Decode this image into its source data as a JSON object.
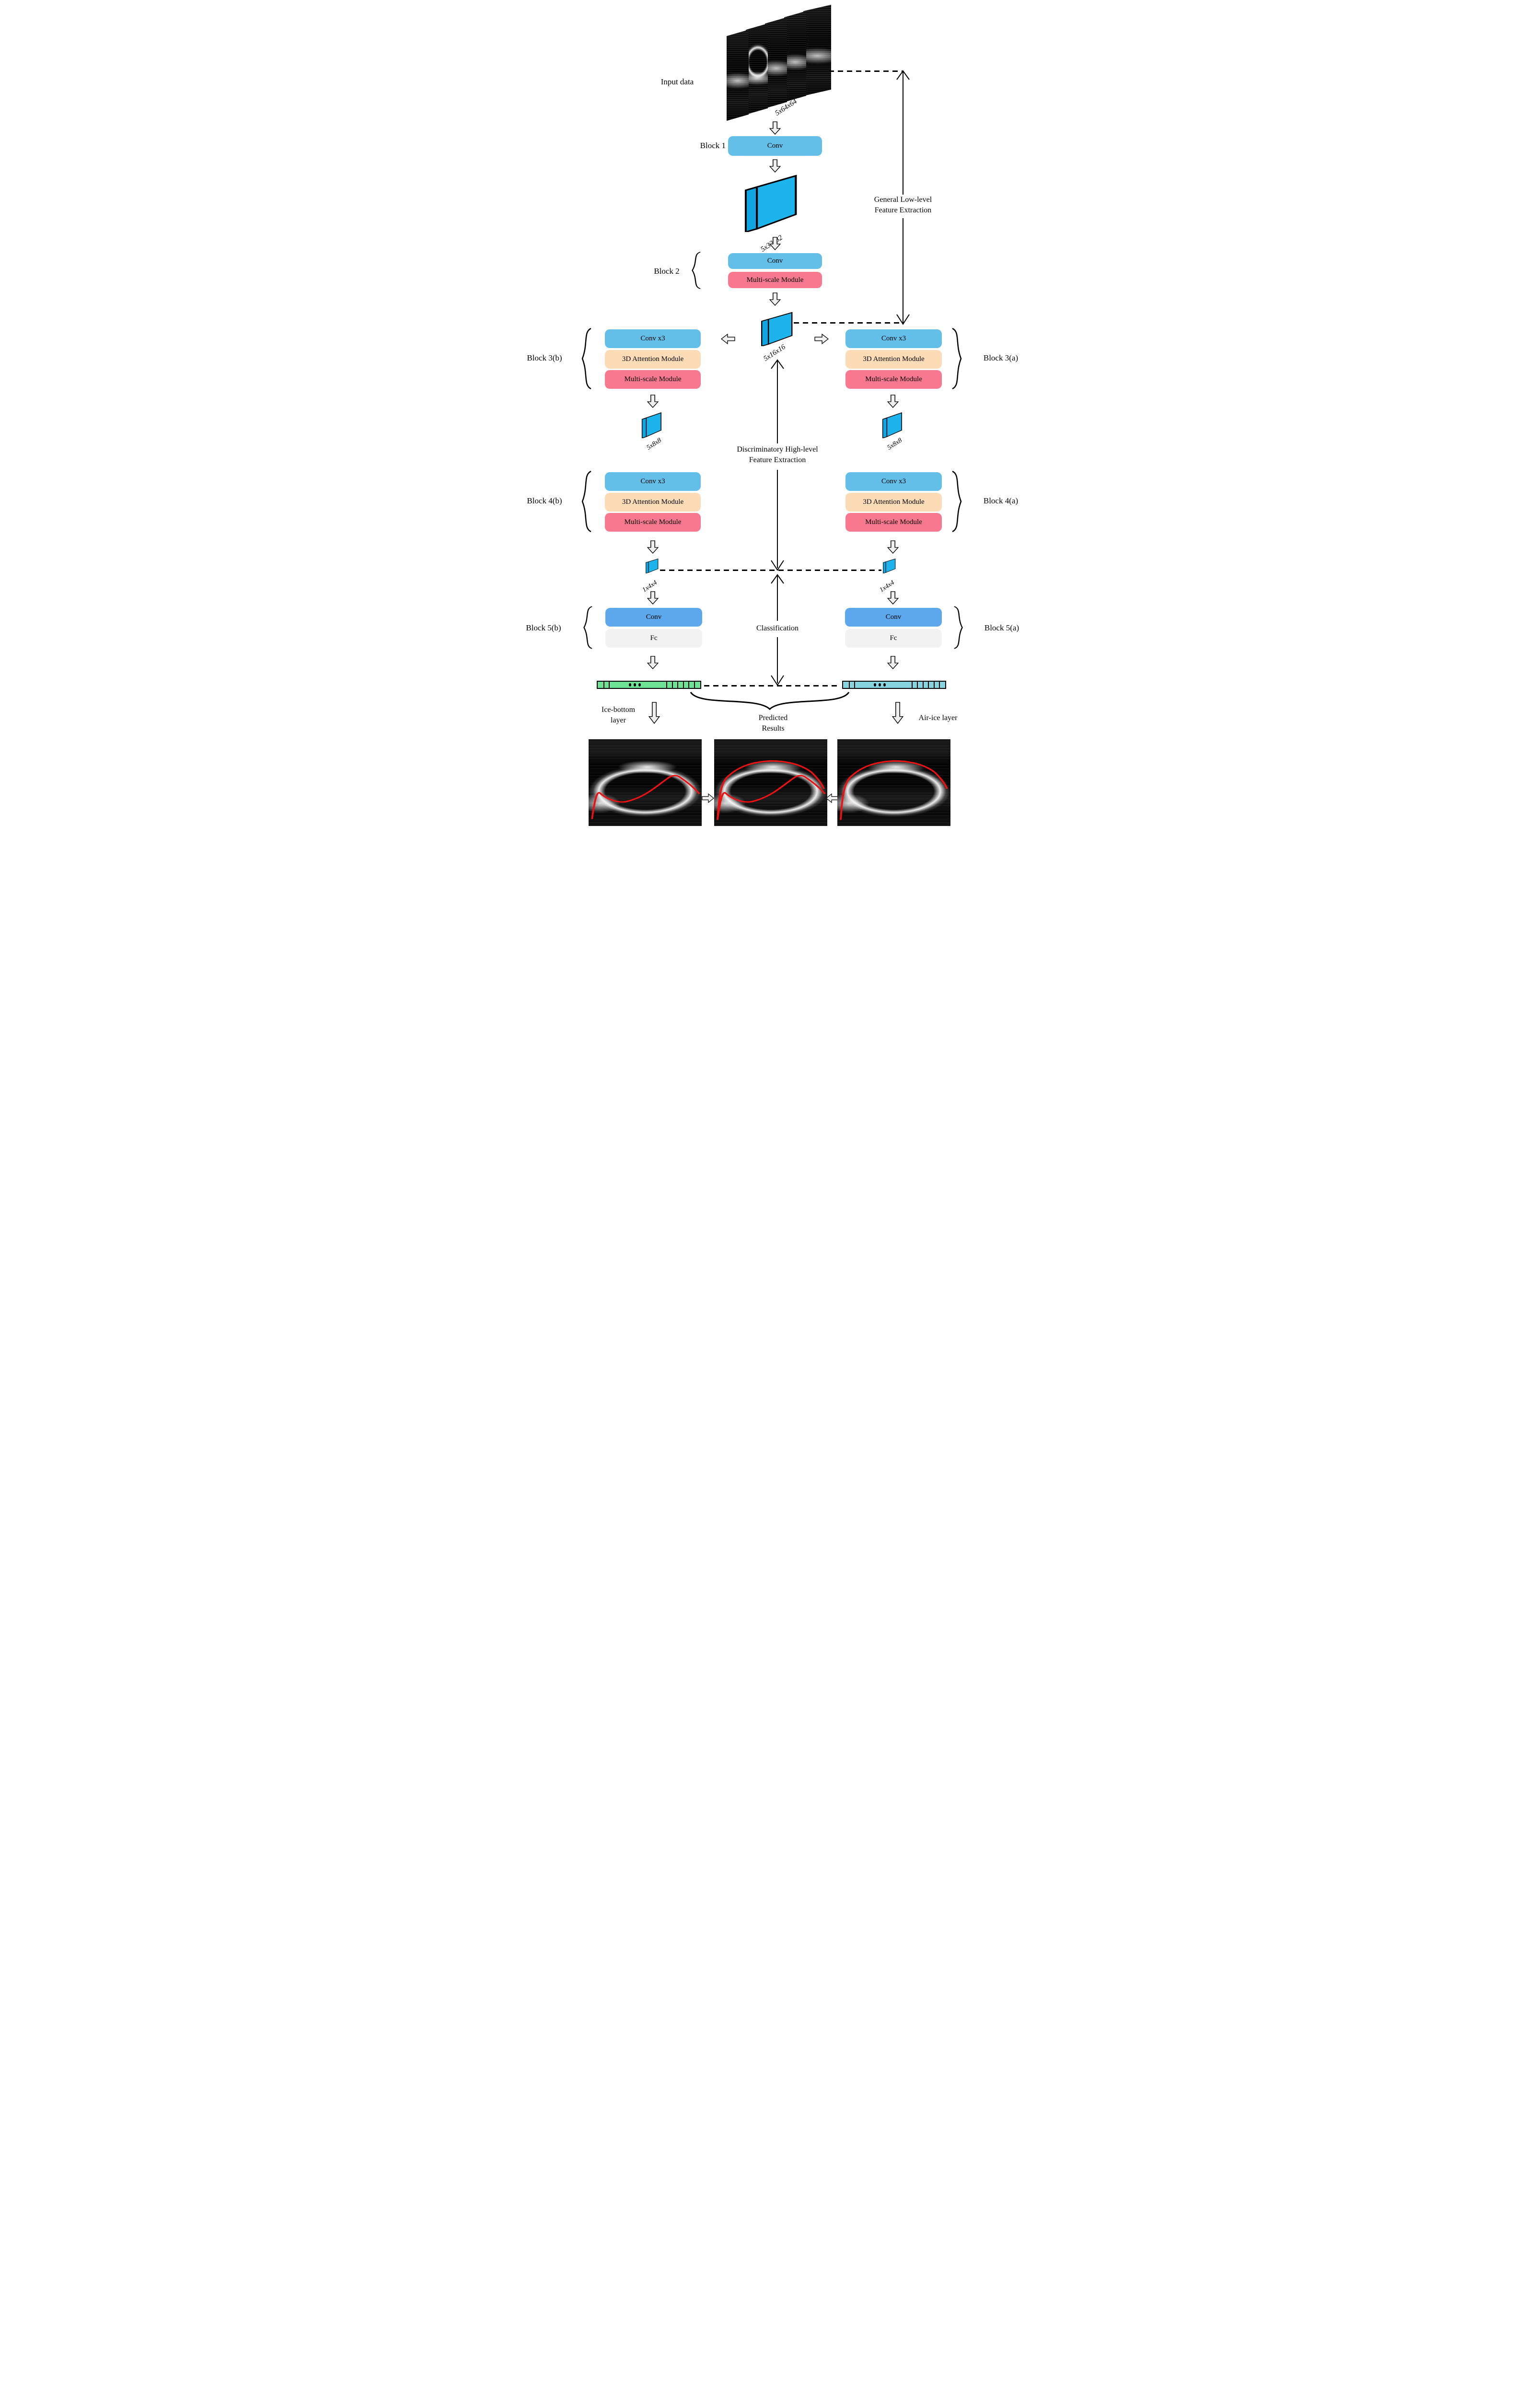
{
  "colors": {
    "conv": "#63bee8",
    "conv_dark": "#5da7ec",
    "attention": "#fcdcb6",
    "multiscale": "#f8798f",
    "fc": "#f2f2f2",
    "slab": "#1db4ee",
    "slab_light": "#63cdf5",
    "slab_dark": "#0ea5e2",
    "bar_green": "#6ee394",
    "bar_cyan": "#85d4de",
    "curve_red": "#ee1111",
    "arrow_fill": "#efefef"
  },
  "input": {
    "label": "Input data",
    "dim": "5x64x64"
  },
  "dims": {
    "b1": "5x32x32",
    "b2": "5x16x16",
    "b3": "5x8x8",
    "b4": "1x4x4"
  },
  "blocks": {
    "b1": {
      "label": "Block 1",
      "conv": "Conv"
    },
    "b2": {
      "label": "Block 2",
      "conv": "Conv",
      "msm": "Multi-scale Module"
    },
    "b3b": {
      "label": "Block 3(b)",
      "conv": "Conv x3",
      "att": "3D Attention Module",
      "msm": "Multi-scale Module"
    },
    "b3a": {
      "label": "Block 3(a)",
      "conv": "Conv x3",
      "att": "3D Attention Module",
      "msm": "Multi-scale Module"
    },
    "b4b": {
      "label": "Block 4(b)",
      "conv": "Conv x3",
      "att": "3D Attention Module",
      "msm": "Multi-scale Module"
    },
    "b4a": {
      "label": "Block 4(a)",
      "conv": "Conv x3",
      "att": "3D Attention Module",
      "msm": "Multi-scale Module"
    },
    "b5b": {
      "label": "Block 5(b)",
      "conv": "Conv",
      "fc": "Fc"
    },
    "b5a": {
      "label": "Block 5(a)",
      "conv": "Conv",
      "fc": "Fc"
    }
  },
  "annotations": {
    "low": [
      "General Low-level",
      "Feature Extraction"
    ],
    "high": [
      "Discriminatory High-level",
      "Feature Extraction"
    ],
    "classification": "Classification",
    "predicted": [
      "Predicted",
      "Results"
    ],
    "ice_bottom": [
      "Ice-bottom",
      "layer"
    ],
    "air_ice": "Air-ice layer"
  },
  "bars": {
    "ticks_percent": [
      5.4,
      10.7,
      67,
      72.3,
      77.7,
      83,
      88.5,
      94
    ]
  }
}
